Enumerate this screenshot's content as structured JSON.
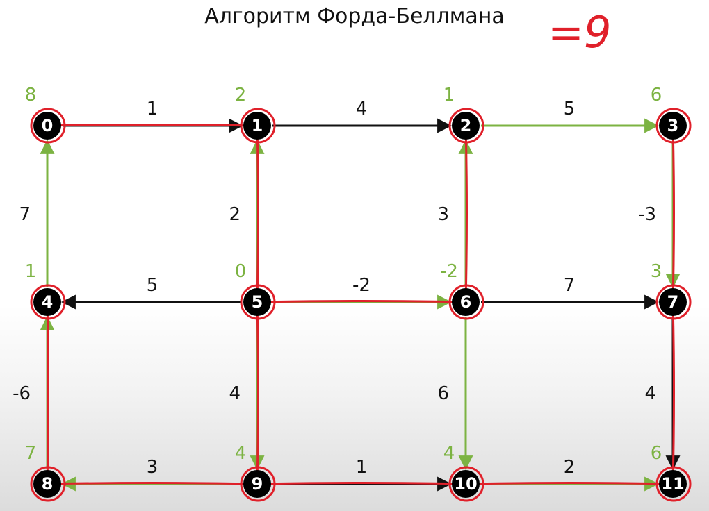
{
  "title": "Алгоритм Форда-Беллмана",
  "annotation": "=9",
  "colors": {
    "tree_edge": "#7cb342",
    "edge": "#111111",
    "node": "#000000",
    "ink": "#e0202a",
    "distance": "#7cb342"
  },
  "nodes": [
    {
      "id": "0",
      "dist": "8"
    },
    {
      "id": "1",
      "dist": "2"
    },
    {
      "id": "2",
      "dist": "1"
    },
    {
      "id": "3",
      "dist": "6"
    },
    {
      "id": "4",
      "dist": "1"
    },
    {
      "id": "5",
      "dist": "0"
    },
    {
      "id": "6",
      "dist": "-2"
    },
    {
      "id": "7",
      "dist": "3"
    },
    {
      "id": "8",
      "dist": "7"
    },
    {
      "id": "9",
      "dist": "4"
    },
    {
      "id": "10",
      "dist": "4"
    },
    {
      "id": "11",
      "dist": "6"
    }
  ],
  "edges": [
    {
      "from": "0",
      "to": "1",
      "weight": "1",
      "tree": false
    },
    {
      "from": "1",
      "to": "2",
      "weight": "4",
      "tree": false
    },
    {
      "from": "2",
      "to": "3",
      "weight": "5",
      "tree": true
    },
    {
      "from": "4",
      "to": "0",
      "weight": "7",
      "tree": true
    },
    {
      "from": "5",
      "to": "1",
      "weight": "2",
      "tree": true
    },
    {
      "from": "6",
      "to": "2",
      "weight": "3",
      "tree": true
    },
    {
      "from": "3",
      "to": "7",
      "weight": "-3",
      "tree": true
    },
    {
      "from": "5",
      "to": "4",
      "weight": "5",
      "tree": false
    },
    {
      "from": "5",
      "to": "6",
      "weight": "-2",
      "tree": true
    },
    {
      "from": "6",
      "to": "7",
      "weight": "7",
      "tree": false
    },
    {
      "from": "8",
      "to": "4",
      "weight": "-6",
      "tree": true
    },
    {
      "from": "5",
      "to": "9",
      "weight": "4",
      "tree": true
    },
    {
      "from": "6",
      "to": "10",
      "weight": "6",
      "tree": true
    },
    {
      "from": "7",
      "to": "11",
      "weight": "4",
      "tree": false
    },
    {
      "from": "9",
      "to": "8",
      "weight": "3",
      "tree": true
    },
    {
      "from": "9",
      "to": "10",
      "weight": "1",
      "tree": false
    },
    {
      "from": "10",
      "to": "11",
      "weight": "2",
      "tree": true
    }
  ]
}
